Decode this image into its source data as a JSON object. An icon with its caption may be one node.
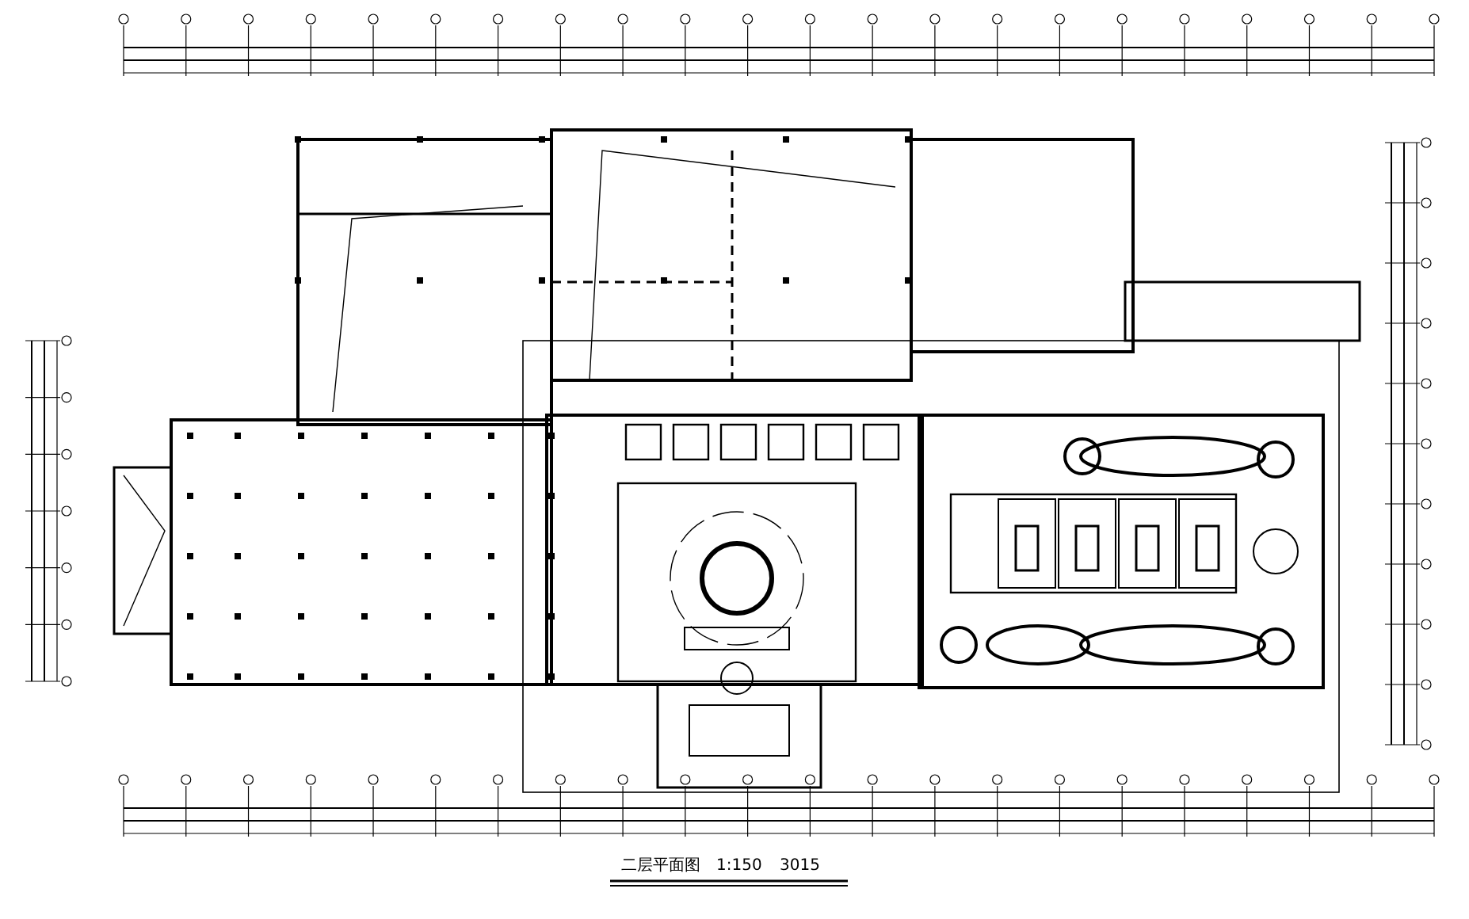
{
  "diagram": {
    "caption": "二层平面图",
    "labels": [
      "1:150",
      "3015"
    ]
  }
}
